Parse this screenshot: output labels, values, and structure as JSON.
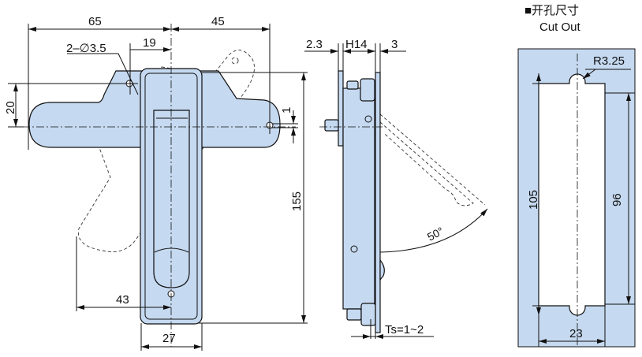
{
  "colors": {
    "part_fill": "#c5d9f0",
    "line": "#111111"
  },
  "front_view": {
    "dim_65": "65",
    "dim_45": "45",
    "dim_19": "19",
    "dim_holes": "2–∅3.5",
    "dim_20": "20",
    "dim_1": "1",
    "dim_155": "155",
    "dim_43": "43",
    "dim_27": "27"
  },
  "side_view": {
    "dim_2_3": "2.3",
    "dim_h14": "H14",
    "dim_3": "3",
    "angle": "50°",
    "ts": "Ts=1~2"
  },
  "cutout": {
    "title": "■开孔尺寸",
    "subtitle": "Cut Out",
    "radius": "R3.25",
    "dim_105": "105",
    "dim_96": "96",
    "dim_23": "23"
  }
}
